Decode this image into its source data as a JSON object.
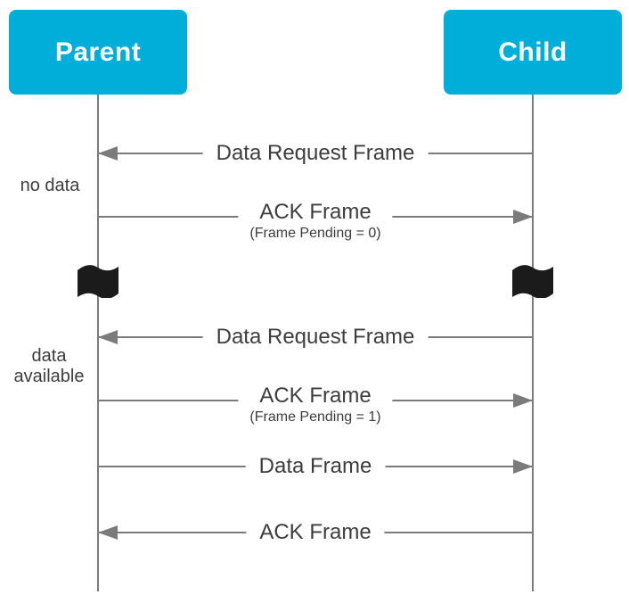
{
  "actors": [
    {
      "name": "Parent"
    },
    {
      "name": "Child"
    }
  ],
  "messages": [
    {
      "label": "Data Request Frame",
      "sublabel": "",
      "direction": "child-to-parent"
    },
    {
      "label": "ACK Frame",
      "sublabel": "(Frame Pending = 0)",
      "direction": "parent-to-child"
    },
    {
      "label": "Data Request Frame",
      "sublabel": "",
      "direction": "child-to-parent"
    },
    {
      "label": "ACK Frame",
      "sublabel": "(Frame Pending = 1)",
      "direction": "parent-to-child"
    },
    {
      "label": "Data Frame",
      "sublabel": "",
      "direction": "parent-to-child"
    },
    {
      "label": "ACK Frame",
      "sublabel": "",
      "direction": "child-to-parent"
    }
  ],
  "side_labels": [
    {
      "text": "no data"
    },
    {
      "text": "data available"
    }
  ],
  "icons": [
    {
      "name": "flag-icon",
      "meaning": "time break on lifeline"
    }
  ],
  "colors": {
    "actor_bg": "#00AEDA",
    "actor_text": "#FFFFFF",
    "line": "#7B7B7B",
    "label_text": "#3D3D3D",
    "flag": "#1B1B1B",
    "background": "#FFFFFF"
  }
}
